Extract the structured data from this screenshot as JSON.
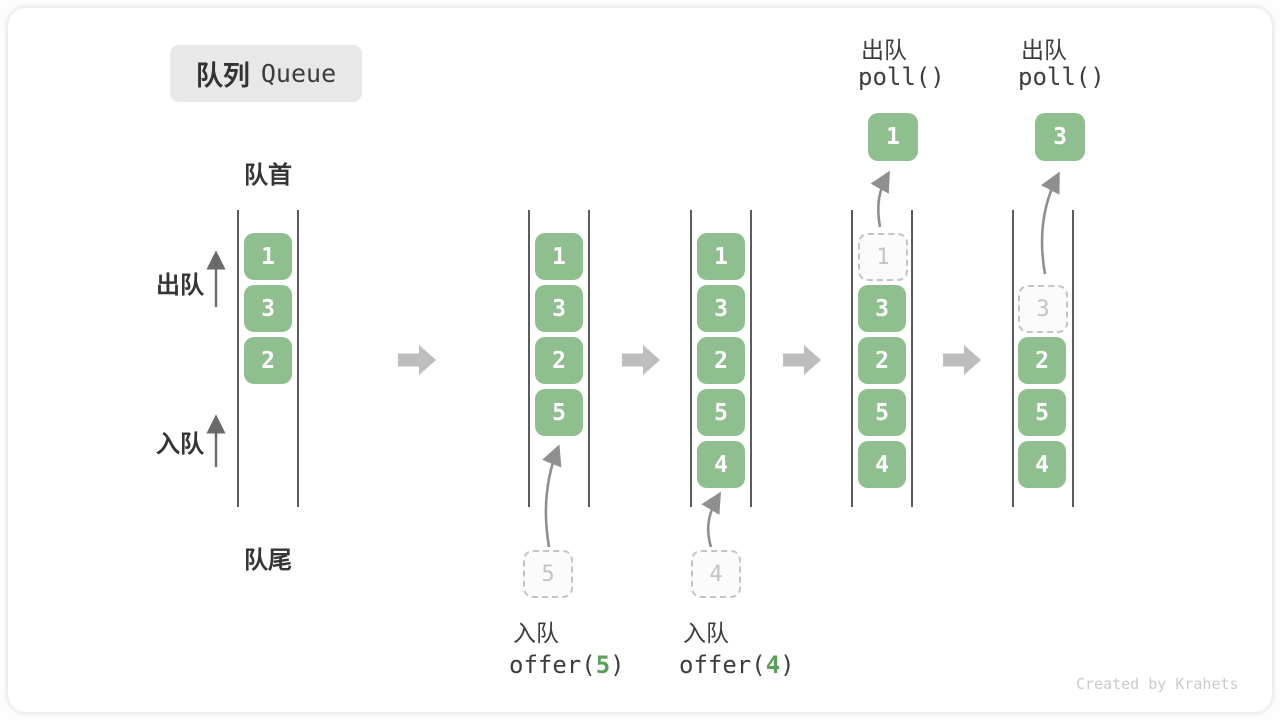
{
  "title": {
    "zh": "队列",
    "en": "Queue"
  },
  "side_labels": {
    "front": "队首",
    "rear": "队尾",
    "dequeue": "出队",
    "enqueue": "入队"
  },
  "states": [
    {
      "slots": [
        "1",
        "3",
        "2"
      ]
    },
    {
      "slots": [
        "1",
        "3",
        "2",
        "5"
      ],
      "incoming": "5"
    },
    {
      "slots": [
        "1",
        "3",
        "2",
        "5",
        "4"
      ],
      "incoming": "4"
    },
    {
      "ghost": "1",
      "slots": [
        "3",
        "2",
        "5",
        "4"
      ],
      "out": "1",
      "op": {
        "label": "出队",
        "code": "poll()"
      }
    },
    {
      "ghost": "3",
      "slots": [
        "2",
        "5",
        "4"
      ],
      "out": "3",
      "op": {
        "label": "出队",
        "code": "poll()"
      }
    }
  ],
  "bottom_ops": [
    {
      "label": "入队",
      "code_pre": "offer(",
      "arg": "5",
      "code_post": ")"
    },
    {
      "label": "入队",
      "code_pre": "offer(",
      "arg": "4",
      "code_post": ")"
    }
  ],
  "watermark": "Created by Krahets",
  "colors": {
    "box_green": "#8fbf8f",
    "ghost_gray": "#c4c4c4",
    "block_arrow_gray": "#bdbdbd",
    "rail_gray": "#5c5c5c",
    "text_dark": "#3a3a3a",
    "code_arg_green": "#5aa05a",
    "badge_bg": "#e8e8e8",
    "watermark_gray": "#cbcbcb"
  }
}
